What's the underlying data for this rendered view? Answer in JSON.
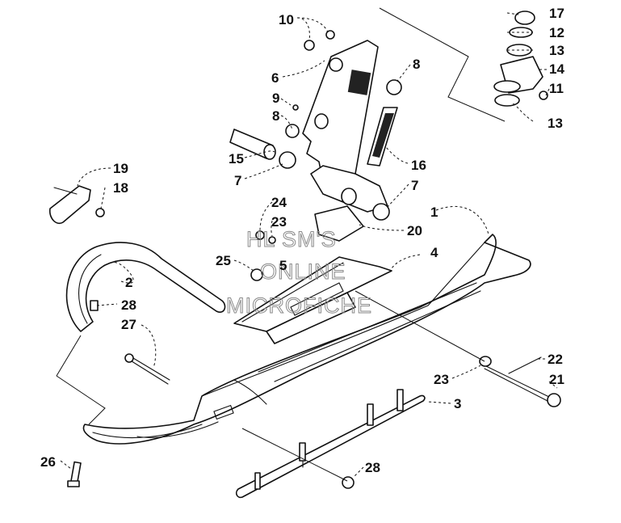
{
  "watermark": {
    "line1": "HL SM'S",
    "line2": "ONLINE",
    "line3": "MICROFICHE"
  },
  "callouts": {
    "c1": "1",
    "c2": "2",
    "c3": "3",
    "c4": "4",
    "c5": "5",
    "c6": "6",
    "c7a": "7",
    "c7b": "7",
    "c8a": "8",
    "c8b": "8",
    "c9": "9",
    "c10": "10",
    "c11": "11",
    "c12": "12",
    "c13a": "13",
    "c13b": "13",
    "c14": "14",
    "c15": "15",
    "c16": "16",
    "c17": "17",
    "c18": "18",
    "c19": "19",
    "c20": "20",
    "c21": "21",
    "c22": "22",
    "c23a": "23",
    "c23b": "23",
    "c24": "24",
    "c25": "25",
    "c26": "26",
    "c27": "27",
    "c28a": "28",
    "c28b": "28"
  }
}
